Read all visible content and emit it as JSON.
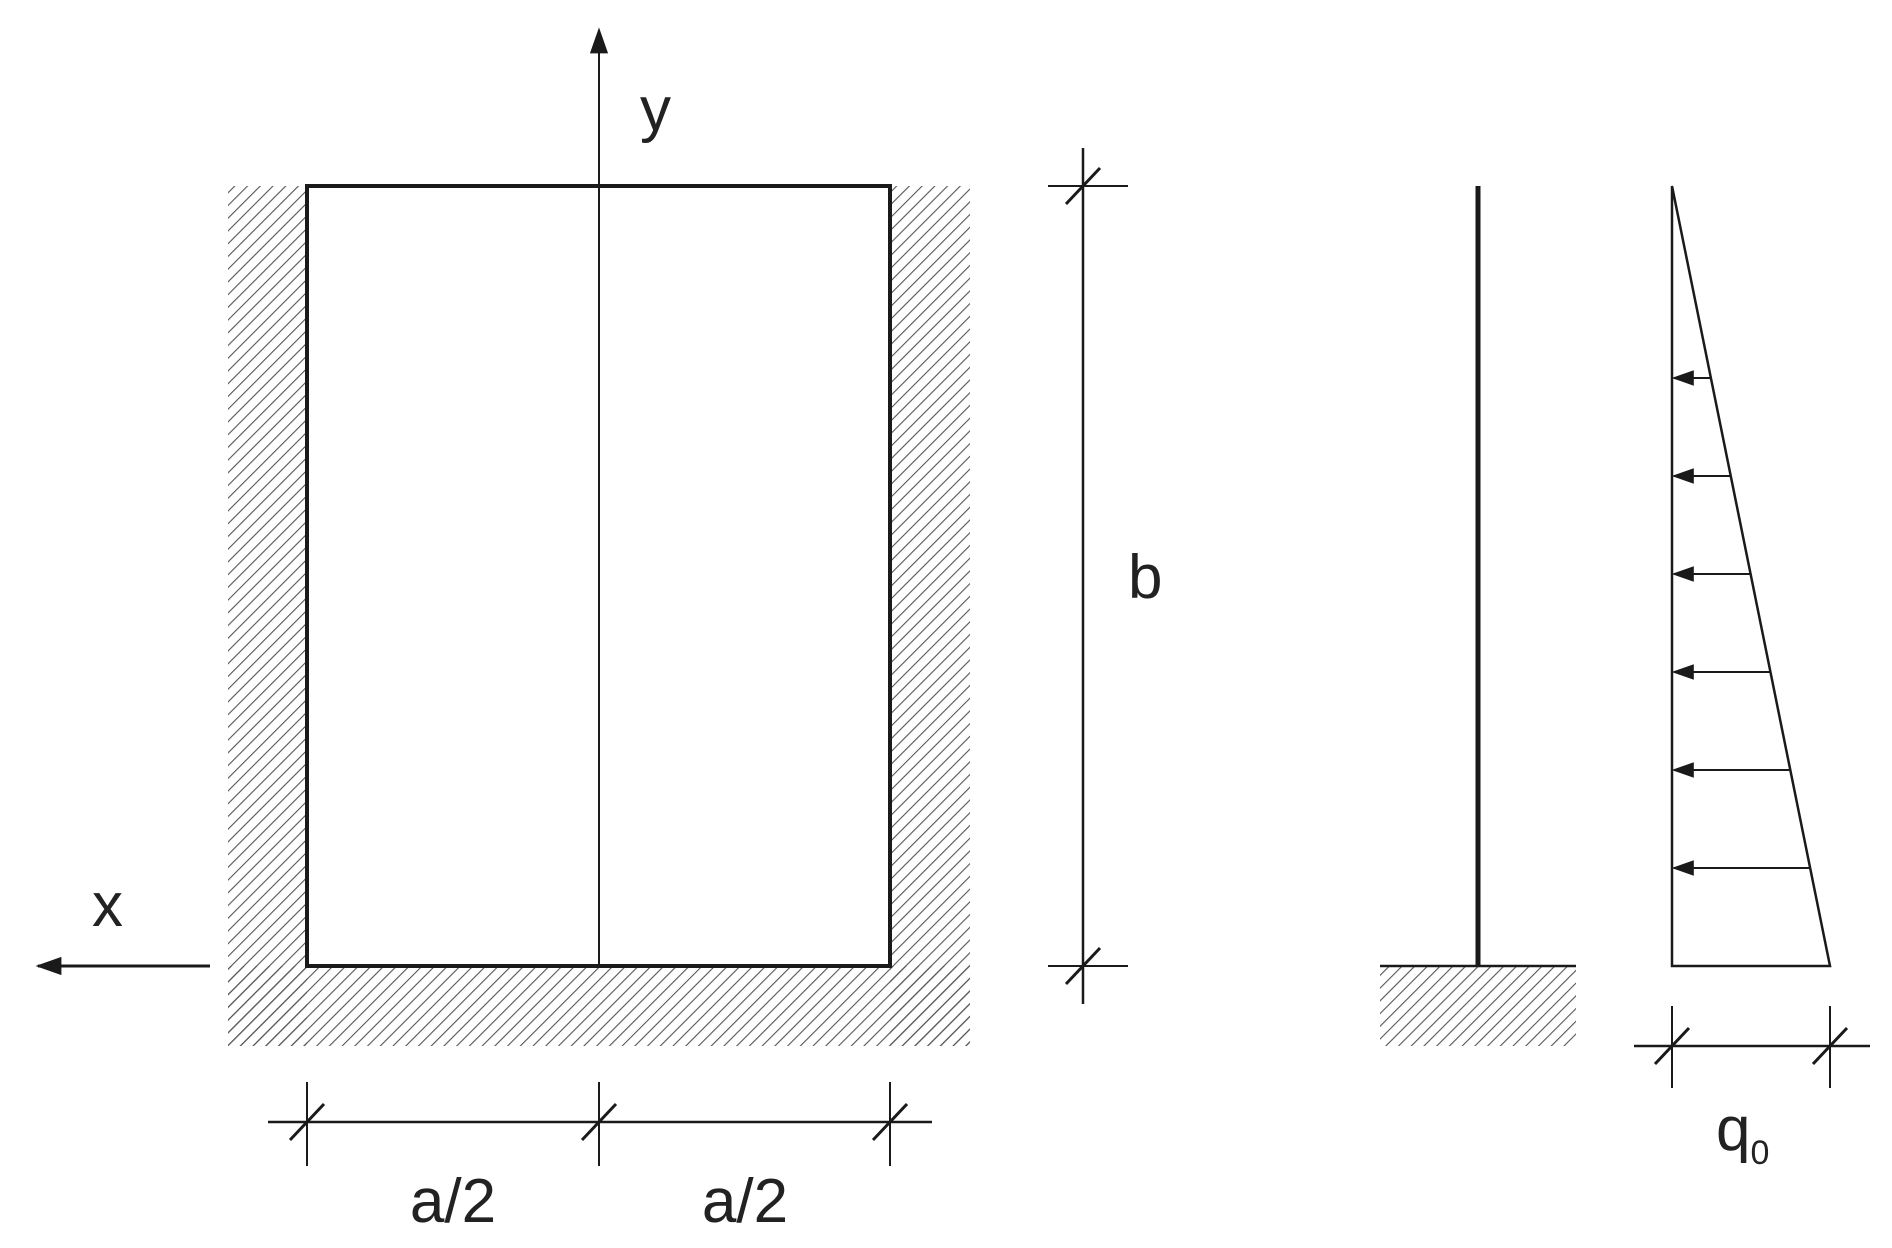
{
  "labels": {
    "y_axis": "y",
    "x_axis": "x",
    "height": "b",
    "half_width_left": "a/2",
    "half_width_right": "a/2",
    "load": "q",
    "load_subscript": "0"
  },
  "colors": {
    "line": "#1a1a1a",
    "hatch": "#555555"
  },
  "load_arrow_count": 6
}
